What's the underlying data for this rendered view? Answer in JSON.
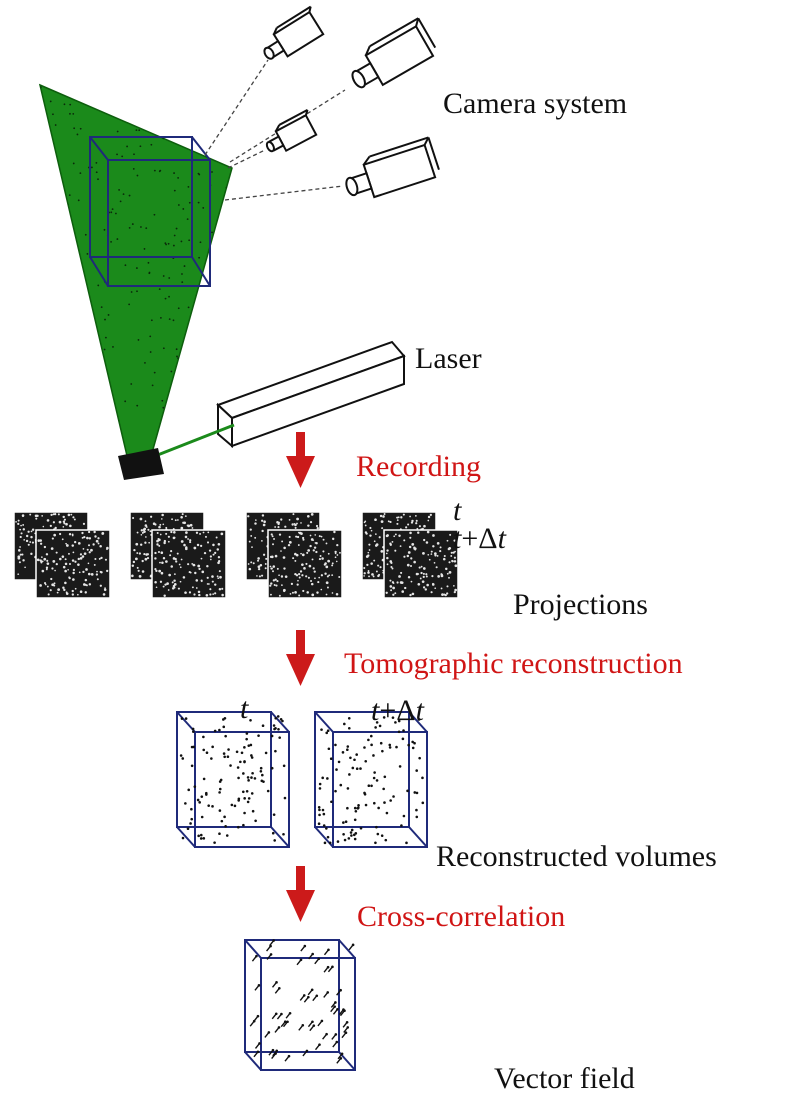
{
  "colors": {
    "laser_sheet": "#1b8a1b",
    "laser_sheet_edge": "#0d5e0d",
    "volume_outline": "#1f2a7a",
    "step_text": "#d01515",
    "arrow": "#cc1a1a",
    "label_text": "#111111",
    "projection_bg": "#1a1a1a"
  },
  "labels": {
    "camera_system": "Camera system",
    "laser": "Laser",
    "projections": "Projections",
    "reconstructed_volumes": "Reconstructed volumes",
    "vector_field": "Vector field"
  },
  "steps": {
    "recording": "Recording",
    "tomographic_reconstruction": "Tomographic reconstruction",
    "cross_correlation": "Cross-correlation"
  },
  "time_labels": {
    "t": "t",
    "delta_symbol": "Δ",
    "plus": "+"
  },
  "counts": {
    "cameras": 4,
    "projection_pairs": 4,
    "reconstructed_volumes": 2
  }
}
